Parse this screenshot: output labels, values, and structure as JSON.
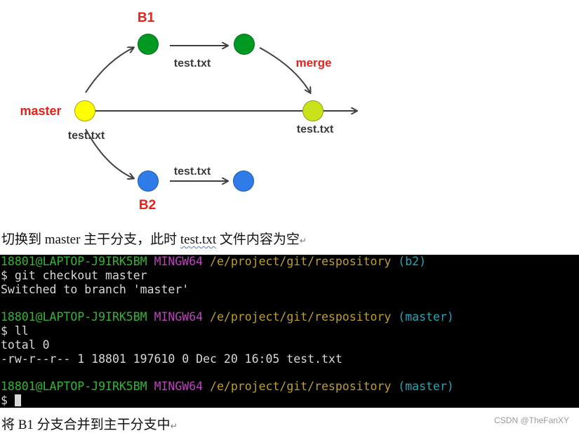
{
  "diagram": {
    "label_master": "master",
    "label_b1": "B1",
    "label_b2": "B2",
    "label_merge": "merge",
    "file_label": "test.txt",
    "colors": {
      "master_node": "#ffff00",
      "b1_node": "#009a22",
      "b2_node": "#2f7be8",
      "merge_node": "#c8e21c",
      "label_red": "#e8201a",
      "text_dark": "#3a3a3a",
      "arrow": "#404040"
    }
  },
  "para1": {
    "prefix": "切换到 master 主干分支，此时 ",
    "filename": "test.txt",
    "suffix": " 文件内容为空",
    "mark": "↵"
  },
  "terminal": {
    "prompt_user": "18801@LAPTOP-J9IRK5BM",
    "prompt_env": "MINGW64",
    "prompt_path": "/e/project/git/respository",
    "lines": [
      {
        "type": "prompt",
        "branch": "(b2)"
      },
      {
        "type": "text",
        "text": "$ git checkout master"
      },
      {
        "type": "text",
        "text": "Switched to branch 'master'"
      },
      {
        "type": "text",
        "text": ""
      },
      {
        "type": "prompt",
        "branch": "(master)"
      },
      {
        "type": "text",
        "text": "$ ll"
      },
      {
        "type": "text",
        "text": "total 0"
      },
      {
        "type": "text",
        "text": "-rw-r--r-- 1 18801 197610 0 Dec 20 16:05 test.txt"
      },
      {
        "type": "text",
        "text": ""
      },
      {
        "type": "prompt",
        "branch": "(master)"
      },
      {
        "type": "cursor",
        "text": "$ "
      }
    ]
  },
  "para2": {
    "text": "将 B1 分支合并到主干分支中",
    "mark": "↵"
  },
  "watermark": "CSDN @TheFanXY"
}
